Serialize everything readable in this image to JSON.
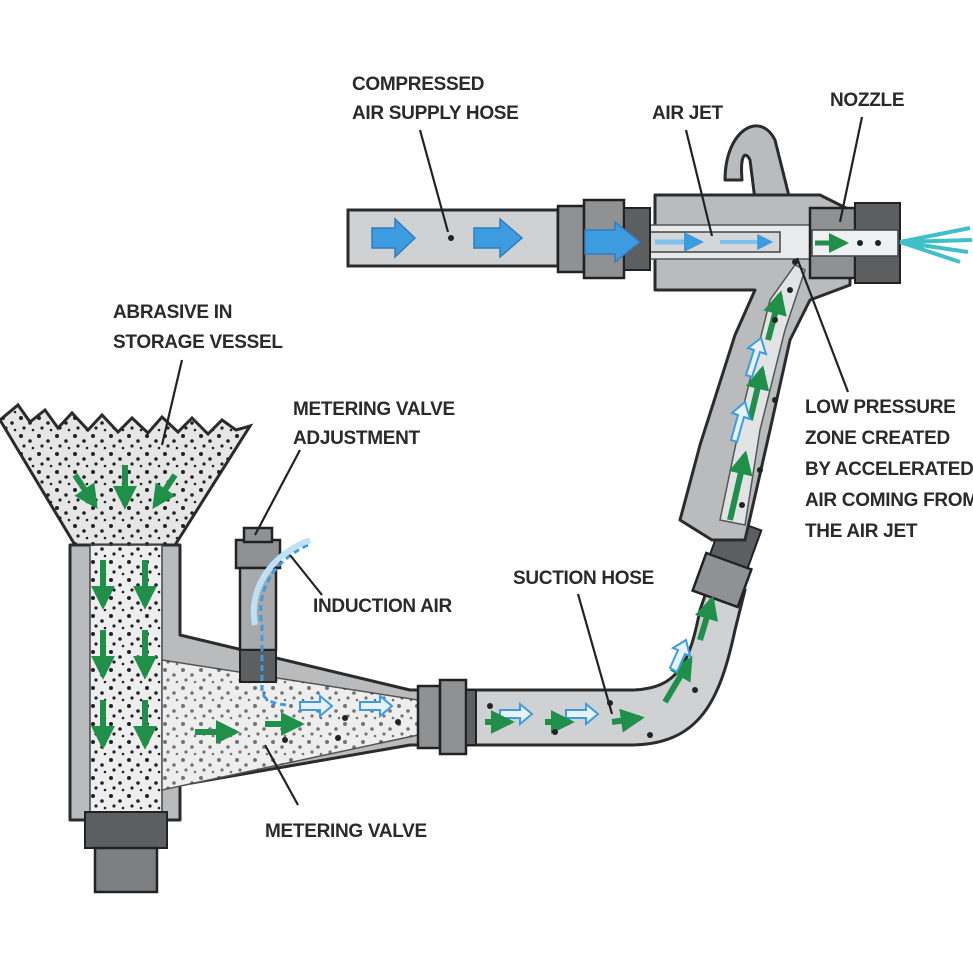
{
  "labels": {
    "compressed_air_line1": "COMPRESSED",
    "compressed_air_line2": "AIR SUPPLY HOSE",
    "air_jet": "AIR JET",
    "nozzle": "NOZZLE",
    "abrasive_line1": "ABRASIVE IN",
    "abrasive_line2": "STORAGE VESSEL",
    "metering_adj_line1": "METERING VALVE",
    "metering_adj_line2": "ADJUSTMENT",
    "induction_air": "INDUCTION AIR",
    "suction_hose": "SUCTION HOSE",
    "low_pressure_line1": "LOW PRESSURE",
    "low_pressure_line2": "ZONE CREATED",
    "low_pressure_line3": "BY ACCELERATED",
    "low_pressure_line4": "AIR COMING FROM",
    "low_pressure_line5": "THE AIR JET",
    "metering_valve": "METERING VALVE"
  },
  "colors": {
    "air_flow": "#3d9be0",
    "air_flow_light": "#bfe0f7",
    "abrasive_flow": "#1f8f4a",
    "metal": "#b9bbbd",
    "outline": "#2b2b2b"
  }
}
